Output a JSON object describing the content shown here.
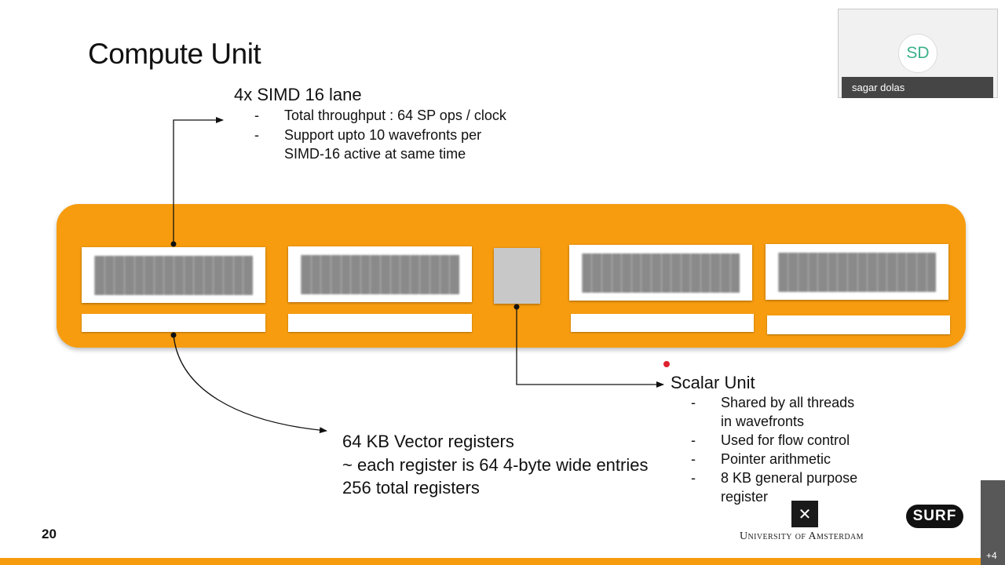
{
  "slide": {
    "title": "Compute Unit",
    "page_number": "20",
    "simd": {
      "heading": "4x SIMD 16 lane",
      "bullets": [
        {
          "dash": "-",
          "lines": [
            "Total throughput : 64 SP ops / clock"
          ]
        },
        {
          "dash": "-",
          "lines": [
            "Support upto 10 wavefronts per",
            "SIMD-16 active at same time"
          ]
        }
      ]
    },
    "scalar": {
      "heading": "Scalar Unit",
      "bullets": [
        {
          "dash": "-",
          "lines": [
            "Shared by all threads",
            "in wavefronts"
          ]
        },
        {
          "dash": "-",
          "lines": [
            "Used for flow control"
          ]
        },
        {
          "dash": "-",
          "lines": [
            "Pointer arithmetic"
          ]
        },
        {
          "dash": "-",
          "lines": [
            "8 KB general purpose",
            "register"
          ]
        }
      ]
    },
    "vector_registers": {
      "lines": [
        "64 KB Vector registers",
        "~ each register is 64 4-byte wide entries",
        "256 total registers"
      ]
    },
    "logos": {
      "uva_text": "University of Amsterdam",
      "surf_text": "SURF"
    },
    "colors": {
      "accent": "#f79c0f",
      "lane": "#8a8a8a",
      "scalar_box": "#c8c8c8"
    }
  },
  "meeting": {
    "participant_initials": "SD",
    "participant_name": "sagar dolas",
    "more_participants": "+4"
  }
}
